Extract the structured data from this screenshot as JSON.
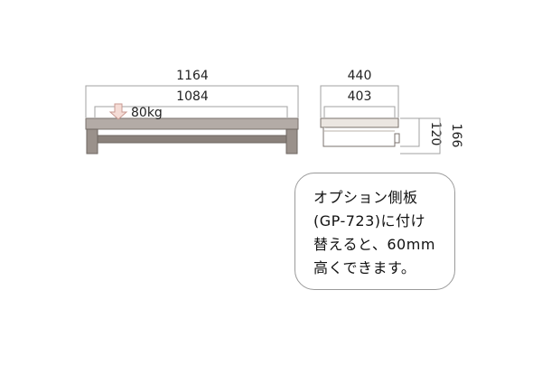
{
  "front_view": {
    "dim_outer": "1164",
    "dim_inner": "1084",
    "load_label": "80kg"
  },
  "side_view": {
    "dim_outer": "440",
    "dim_inner": "403",
    "dim_height_inner": "120",
    "dim_height_outer": "166"
  },
  "note": {
    "lines": [
      "オプション側板",
      "(GP-723)に付け",
      "替えると、60mm",
      "高くできます。"
    ]
  },
  "colors": {
    "top_board": "#b3aba6",
    "frame": "#8a817b",
    "leg": "#9a918b",
    "side_top": "#ebe6e1",
    "arrow_fill": "#f5dcd6",
    "arrow_stroke": "#c99a92",
    "dim_line": "#a0a0a0"
  }
}
